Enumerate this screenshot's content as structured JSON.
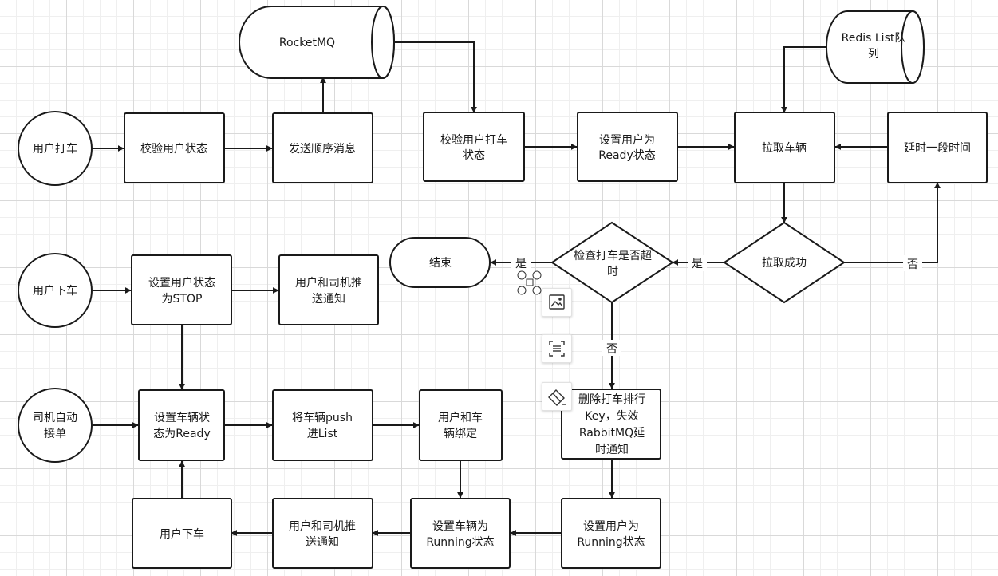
{
  "nodes": {
    "user_call": "用户打车",
    "check_user_state": "校验用户状态",
    "send_ordered_msg": "发送顺序消息",
    "rocketmq": "RocketMQ",
    "check_call_state": [
      "校验用户打车",
      "状态"
    ],
    "set_user_ready": [
      "设置用户为",
      "Ready状态"
    ],
    "pull_vehicle": "拉取车辆",
    "delay": "延时一段时间",
    "redis_list": [
      "Redis List队",
      "列"
    ],
    "pull_success": "拉取成功",
    "check_timeout": [
      "检查打车是否超",
      "时"
    ],
    "end": "结束",
    "user_alight_top": "用户下车",
    "set_user_stop": [
      "设置用户状态",
      "为STOP"
    ],
    "notify_top": [
      "用户和司机推",
      "送通知"
    ],
    "driver_auto": [
      "司机自动",
      "接单"
    ],
    "set_vehicle_ready": [
      "设置车辆状",
      "态为Ready"
    ],
    "push_list": [
      "将车辆push",
      "进List"
    ],
    "bind": [
      "用户和车",
      "辆绑定"
    ],
    "delete_key": [
      "删除打车排行",
      "Key，失效",
      "RabbitMQ延",
      "时通知"
    ],
    "set_user_running": [
      "设置用户为",
      "Running状态"
    ],
    "set_vehicle_running": [
      "设置车辆为",
      "Running状态"
    ],
    "notify_bottom": [
      "用户和司机推",
      "送通知"
    ],
    "user_alight_bottom": "用户下车"
  },
  "edge_labels": {
    "yes_1": "是",
    "yes_2": "是",
    "no_1": "否",
    "no_2": "否"
  },
  "toolbar": {
    "items": [
      "image-icon",
      "fit-frame-icon",
      "eraser-icon"
    ]
  }
}
